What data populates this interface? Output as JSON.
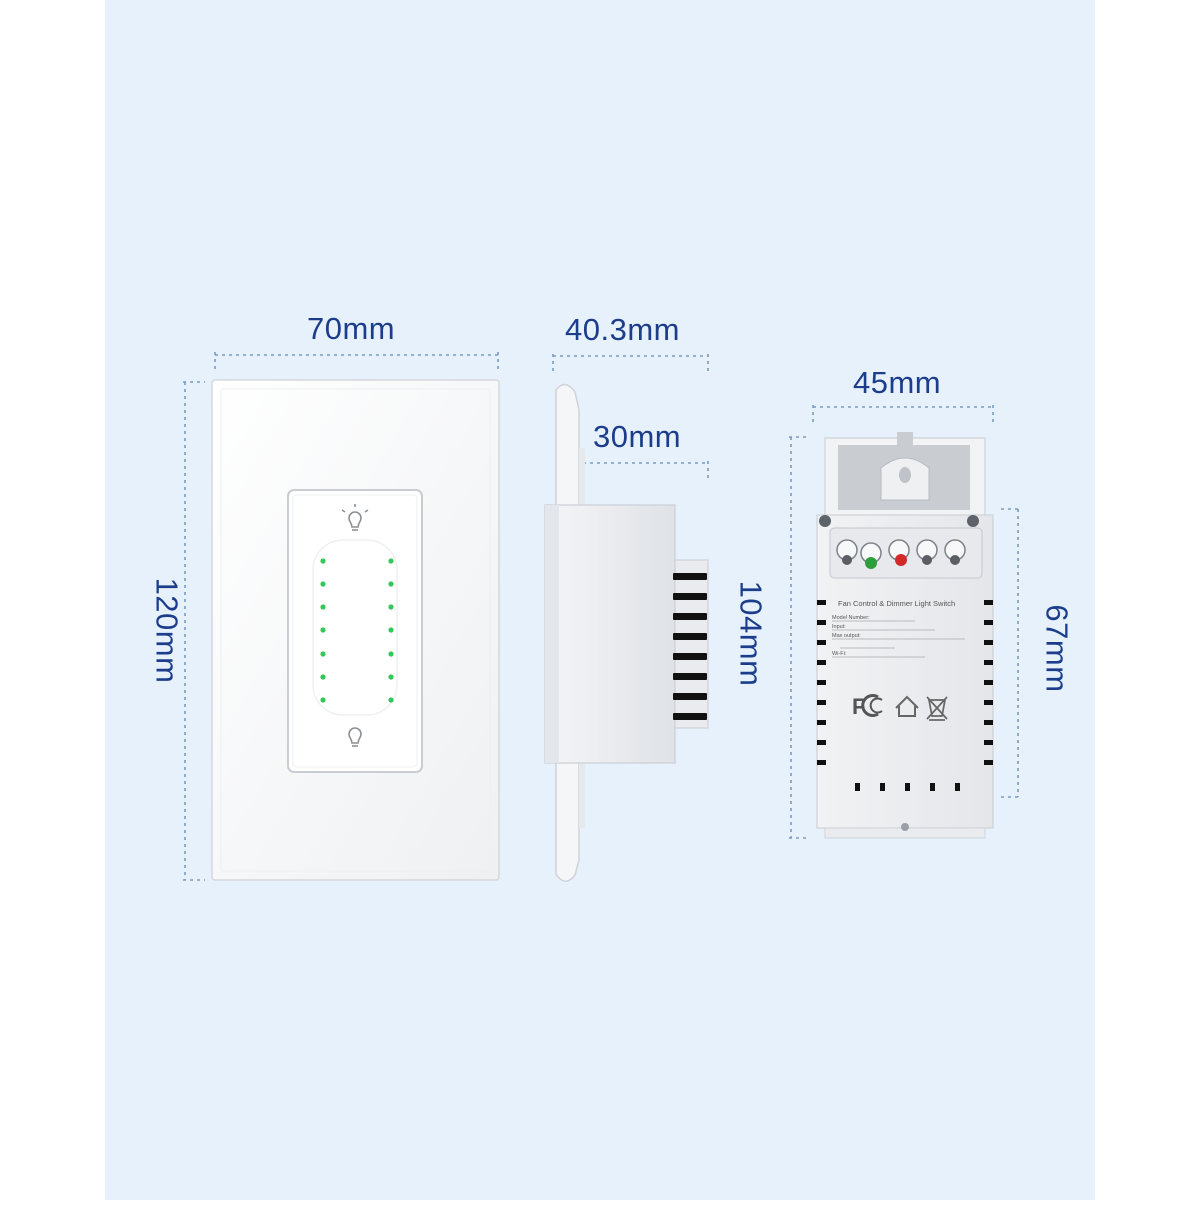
{
  "dimensions": {
    "front_width": "70mm",
    "front_height": "120mm",
    "side_depth_total": "40.3mm",
    "side_depth_body": "30mm",
    "back_width": "45mm",
    "back_height": "104mm",
    "back_label_height": "67mm"
  },
  "back_label": {
    "title": "Fan Control & Dimmer Light Switch",
    "line1": "Model Number: ",
    "line2": "Input: ",
    "line3": "Max output: ",
    "line4": "",
    "line5": "Wi-Fi: "
  },
  "colors": {
    "background": "#e6f1fb",
    "dimension_text": "#1c3d8c",
    "dimension_line": "#7a9cc0",
    "led": "#34c759",
    "wire_green": "#2e9e3a",
    "wire_red": "#d22a2a"
  },
  "icons": {
    "top_button": "bulb-on-icon",
    "bottom_button": "bulb-off-icon",
    "certifications": [
      "fcc-icon",
      "home-icon",
      "weee-bin-icon"
    ]
  }
}
